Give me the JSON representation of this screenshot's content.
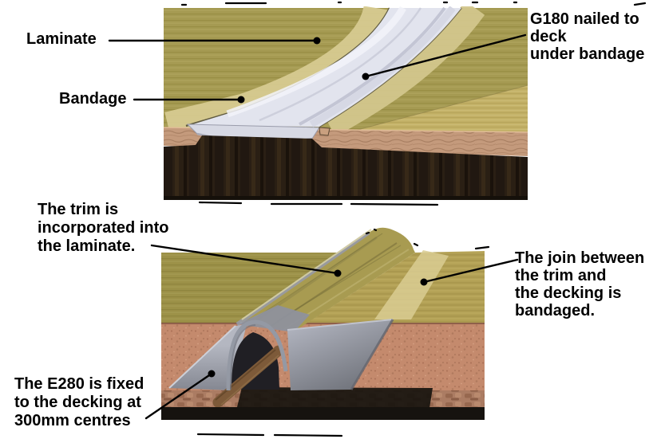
{
  "figure": {
    "labels": {
      "laminate": {
        "text": "Laminate"
      },
      "bandage": {
        "text": "Bandage"
      },
      "g180": {
        "lines": [
          "G180 nailed to",
          "deck",
          "under bandage"
        ]
      },
      "trim": {
        "lines": [
          "The trim is",
          "incorporated into",
          "the laminate."
        ]
      },
      "join": {
        "lines": [
          "The join between",
          "the trim and",
          "the decking is",
          "bandaged."
        ]
      },
      "e280": {
        "lines": [
          "The E280 is fixed",
          "to the decking at",
          "300mm centres"
        ]
      }
    },
    "colors": {
      "background": "#ffffff",
      "laminate_olive": "#a59a52",
      "laminate_gold": "#b2a055",
      "bandage_pale": "#d6ca90",
      "trim_silver": "#e2e4ee",
      "membrane_grey": "#8e919d",
      "decking_wood": "#c3b167",
      "deck_edge_tan": "#c49a7c",
      "joist_dark_brown": "#261c12",
      "deck_pink": "#c48a6d",
      "base_black": "#16130f",
      "batten_brown": "#7d5a39",
      "leader_line": "#000000"
    }
  }
}
